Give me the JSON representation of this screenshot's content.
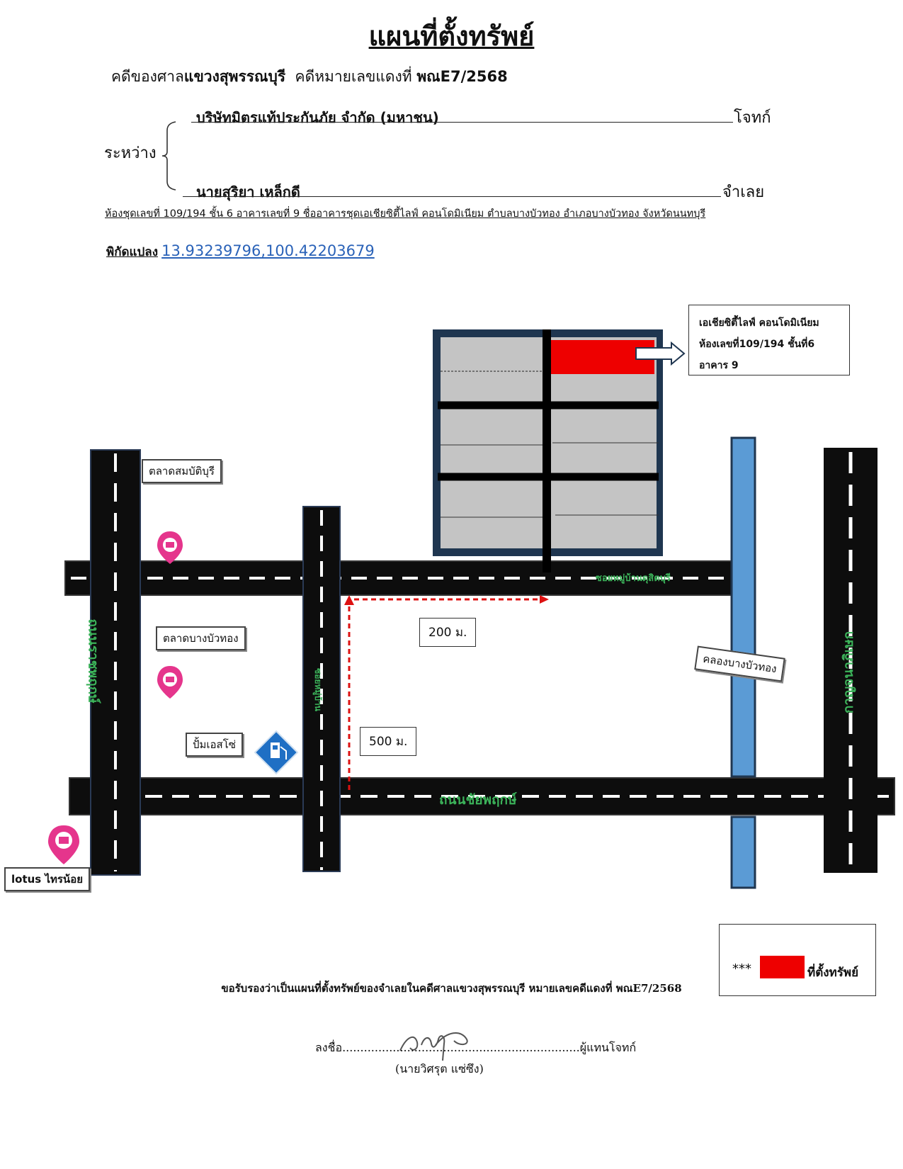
{
  "header": {
    "title": "แผนที่ตั้งทรัพย์",
    "case_prefix": "คดีของศาล",
    "court_name": "แขวงสุพรรณบุรี",
    "case_number_label": "คดีหมายเลขแดงที่",
    "case_number": "พณE7/2568",
    "between_label": "ระหว่าง",
    "plaintiff_name": "บริษัทมิตรแท้ประกันภัย จำกัด (มหาชน)",
    "plaintiff_role": "โจทก์",
    "defendant_name": "นายสุริยา เหล็กดี",
    "defendant_role": "จำเลย",
    "unit_address": "ห้องชุดเลขที่ 109/194 ชั้น 6 อาคารเลขที่ 9 ชื่ออาคารชุดเอเชียซิตี้ไลฟ์ คอนโดมิเนียม ตำบลบางบัวทอง อำเภอบางบัวทอง จังหวัดนนทบุรี",
    "coord_label": "พิกัดแปลง",
    "coordinates": "13.93239796,100.42203679"
  },
  "map": {
    "landmarks": {
      "market_sombat": "ตลาดสมบัติบุรี",
      "market_bangbuathong": "ตลาดบางบัวทอง",
      "gas_station": "ปั้มเอสโซ่",
      "lotus": "lotus ไทรน้อย",
      "canal": "คลองบางบัวทอง"
    },
    "roads": {
      "kanchana": "กาญจนาภิเษก",
      "ratchaphruek": "ถนนราชพฤกษ์",
      "chaiyaphruek": "ถนนชัยพฤกษ์",
      "soi_village": "ซอยหมู่บ้านดุสิตบุรี",
      "soi_side": "ซอยหมู่บ้าน"
    },
    "distances": {
      "d200": "200 ม.",
      "d500": "500 ม."
    },
    "callout": {
      "line1": "เอเชียซิตี้ไลฟ์ คอนโดมิเนียม",
      "line2": "ห้องเลขที่109/194   ชั้นที่6",
      "line3": "อาคาร 9"
    },
    "colors": {
      "road": "#0d0d0d",
      "canal": "#5b9bd5",
      "building_frame": "#1f3650",
      "building_fill": "#c4c4c4",
      "highlight": "#ee0000",
      "road_label": "#3cb35a",
      "pin": "#e5358c"
    },
    "icons": [
      "map-pin-icon",
      "gas-station-icon",
      "arrow-right-icon"
    ]
  },
  "legend": {
    "stars": "***",
    "label": "ที่ตั้งทรัพย์"
  },
  "footer": {
    "certification": "ขอรับรองว่าเป็นแผนที่ตั้งทรัพย์ของจำเลยในคดีศาลแขวงสุพรรณบุรี หมายเลขคดีแดงที่ พณE7/2568",
    "sign_prefix": "ลงชื่อ..................................................................",
    "sign_role": "ผู้แทนโจทก์",
    "signer_name": "(นายวิศรุต   แซ่ซึง)"
  }
}
